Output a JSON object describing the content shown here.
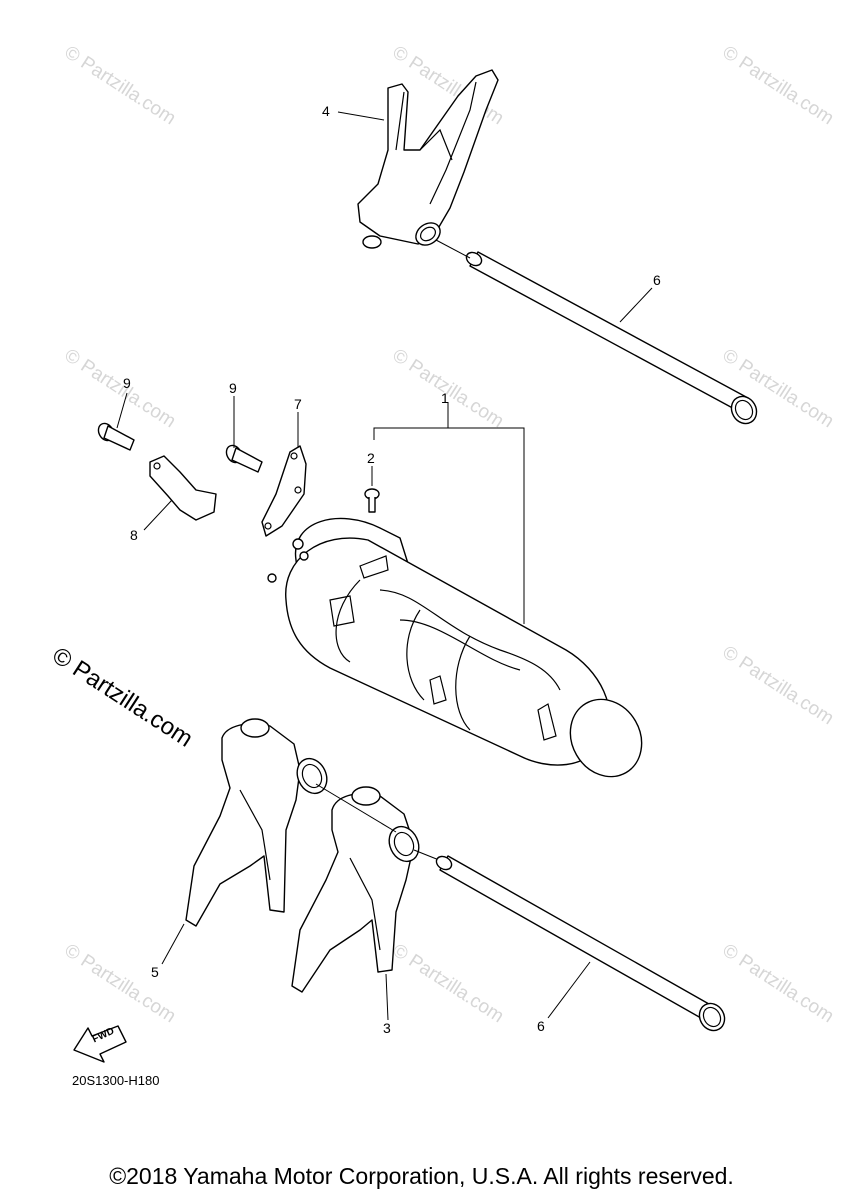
{
  "watermark": {
    "small_text": "© Partzilla.com",
    "large_text": "© Partzilla.com"
  },
  "callouts": {
    "c1": "1",
    "c2": "2",
    "c3": "3",
    "c4": "4",
    "c5": "5",
    "c6a": "6",
    "c6b": "6",
    "c7": "7",
    "c8": "8",
    "c9a": "9",
    "c9b": "9"
  },
  "fwd_label": "FWD",
  "diagram_code": "20S1300-H180",
  "copyright": "©2018 Yamaha Motor Corporation, U.S.A. All rights reserved."
}
